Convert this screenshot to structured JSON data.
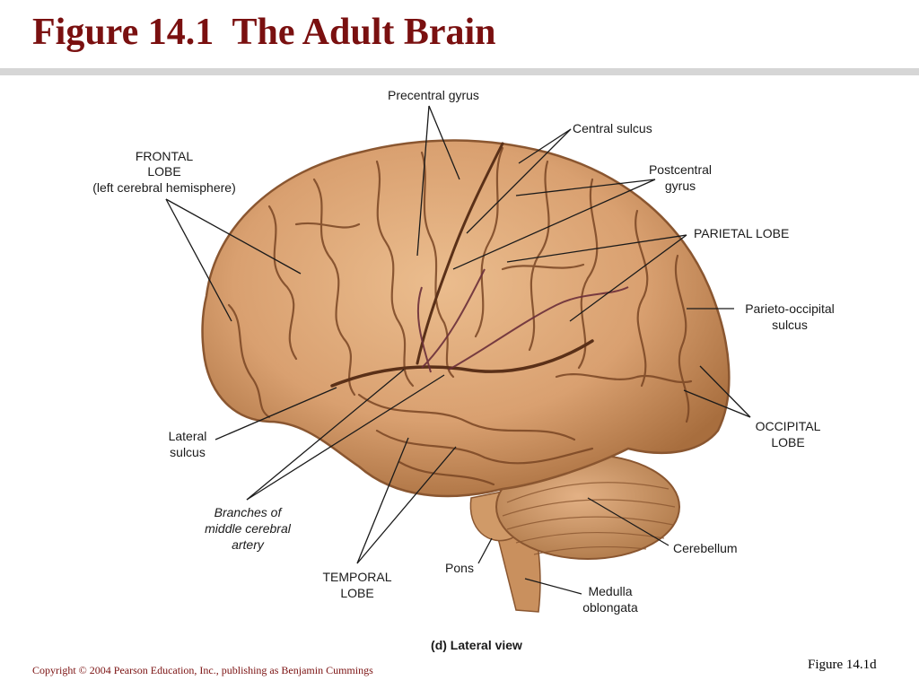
{
  "slide": {
    "title": "Figure 14.1  The Adult Brain",
    "copyright": "Copyright © 2004 Pearson Education, Inc., publishing as Benjamin Cummings",
    "figure_ref": "Figure 14.1d"
  },
  "labels": {
    "precentral_gyrus": "Precentral gyrus",
    "central_sulcus": "Central sulcus",
    "frontal_lobe_1": "FRONTAL",
    "frontal_lobe_2": "LOBE",
    "frontal_lobe_3": "(left cerebral hemisphere)",
    "postcentral_1": "Postcentral",
    "postcentral_2": "gyrus",
    "parietal_lobe": "PARIETAL LOBE",
    "parieto_occipital_1": "Parieto-occipital",
    "parieto_occipital_2": "sulcus",
    "lateral_sulcus_1": "Lateral",
    "lateral_sulcus_2": "sulcus",
    "occipital_1": "OCCIPITAL",
    "occipital_2": "LOBE",
    "branches_1": "Branches of",
    "branches_2": "middle cerebral",
    "branches_3": "artery",
    "cerebellum": "Cerebellum",
    "temporal_1": "TEMPORAL",
    "temporal_2": "LOBE",
    "pons": "Pons",
    "medulla_1": "Medulla",
    "medulla_2": "oblongata",
    "view_caption": "(d) Lateral view"
  },
  "colors": {
    "title": "#7a1010",
    "brain": "#d9a070",
    "brain_shadow": "#a86e3e",
    "sulcus": "#6e3f1f"
  }
}
